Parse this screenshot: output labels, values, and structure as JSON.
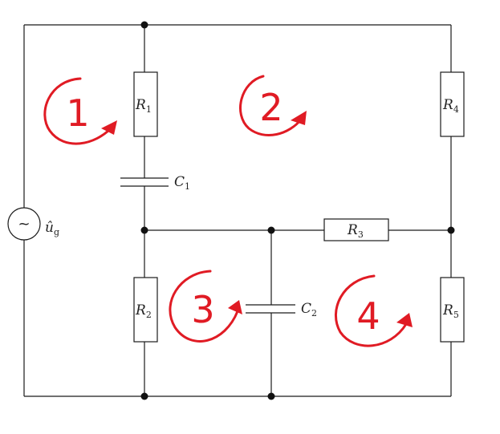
{
  "components": {
    "R1": {
      "symbol": "R",
      "sub": "1"
    },
    "R2": {
      "symbol": "R",
      "sub": "2"
    },
    "R3": {
      "symbol": "R",
      "sub": "3"
    },
    "R4": {
      "symbol": "R",
      "sub": "4"
    },
    "R5": {
      "symbol": "R",
      "sub": "5"
    },
    "C1": {
      "symbol": "C",
      "sub": "1"
    },
    "C2": {
      "symbol": "C",
      "sub": "2"
    },
    "source": {
      "symbol": "û",
      "sub": "g",
      "glyph": "~"
    }
  },
  "loops": [
    {
      "label": "1"
    },
    {
      "label": "2"
    },
    {
      "label": "3"
    },
    {
      "label": "4"
    }
  ],
  "colors": {
    "wire": "#1a1a1a",
    "annotation": "#e01b24"
  }
}
